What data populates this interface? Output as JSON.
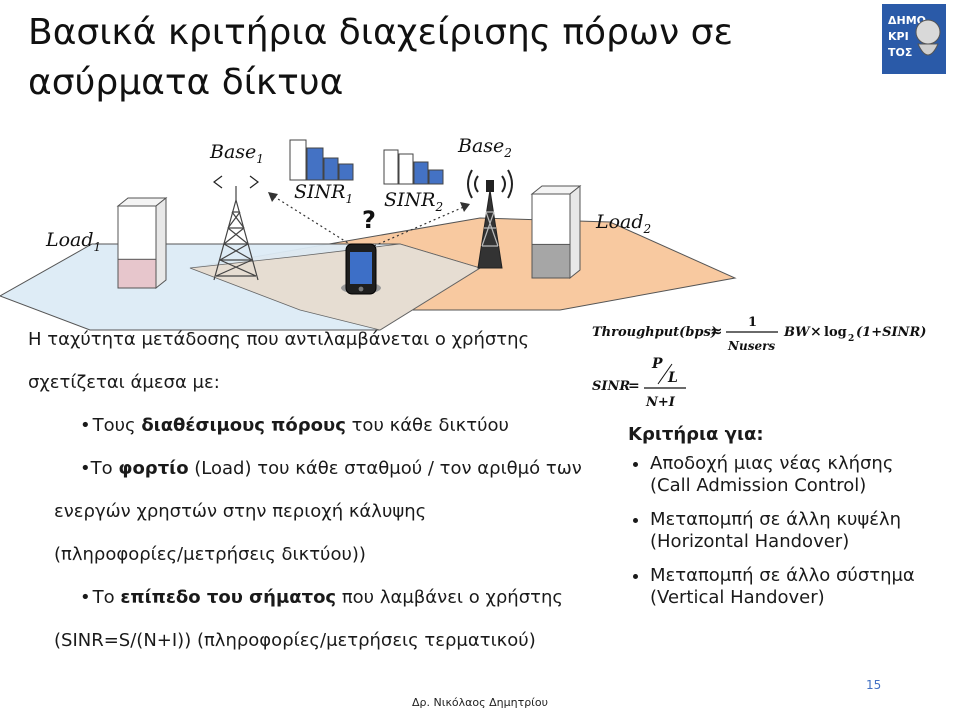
{
  "slide": {
    "title": "Βασικά κριτήρια διαχείρισης πόρων σε ασύρματα δίκτυα",
    "page_number": "15",
    "footer": "Δρ. Νικόλαος Δημητρίου"
  },
  "logo": {
    "text": "ΔΗΜΟΚΡΙΤΟΣ",
    "colors": {
      "background": "#2a5aa8",
      "text": "#ffffff"
    }
  },
  "diagram": {
    "base1": {
      "name": "Base",
      "sub": "1"
    },
    "base2": {
      "name": "Base",
      "sub": "2"
    },
    "load1": {
      "name": "Load",
      "sub": "1",
      "level": 0.35
    },
    "load2": {
      "name": "Load",
      "sub": "2",
      "level": 0.4
    },
    "sinr1": {
      "name": "SINR",
      "sub": "1"
    },
    "sinr2": {
      "name": "SINR",
      "sub": "2"
    },
    "question": "?",
    "colors": {
      "cell1": "#dcebf6",
      "cell2": "#f8c9a0",
      "overlap": "#e6ddd2",
      "bar_fill": "#4472c4",
      "load1_fill": "#e7c6cc",
      "load2_fill": "#a6a6a6"
    }
  },
  "main_text": {
    "intro_line1": "Η ταχύτητα μετάδοσης που αντιλαμβάνεται ο χρήστης",
    "intro_line2": "σχετίζεται άμεσα με:",
    "b1_pre": "Τους ",
    "b1_bold": "διαθέσιμους πόρους",
    "b1_post": " του κάθε δικτύου",
    "b2_pre": "Το ",
    "b2_bold": "φορτίο",
    "b2_post": " (Load) του κάθε σταθμού / τον αριθμό των",
    "b2_line2": "ενεργών χρηστών στην περιοχή κάλυψης",
    "b2_line3": "(πληροφορίες/μετρήσεις δικτύου))",
    "b3_pre": "Το ",
    "b3_bold": "επίπεδο του σήματος",
    "b3_post": " που λαμβάνει ο χρήστης",
    "b3_line2": "(SINR=S/(N+I)) (πληροφορίες/μετρήσεις τερματικού)"
  },
  "formulas": {
    "throughput_lhs": "Throughput(bps)",
    "approx": "≈",
    "numerator": "1",
    "denominator": "Nusers",
    "bw_term": "BW",
    "times": "×",
    "log_term": "log",
    "log_base": "2",
    "one_plus": "(1+SINR)",
    "sinr_lhs": "SINR",
    "equals": "=",
    "p": "P",
    "l": "L",
    "n_plus_i": "N+I"
  },
  "criteria": {
    "heading": "Κριτήρια για:",
    "items": [
      {
        "line1": "Αποδοχή μιας νέας κλήσης",
        "line2": "(Call Admission Control)"
      },
      {
        "line1": "Μεταπομπή σε άλλη κυψέλη",
        "line2": "(Horizontal Handover)"
      },
      {
        "line1": "Μεταπομπή σε άλλο σύστημα",
        "line2": "(Vertical Handover)"
      }
    ]
  }
}
